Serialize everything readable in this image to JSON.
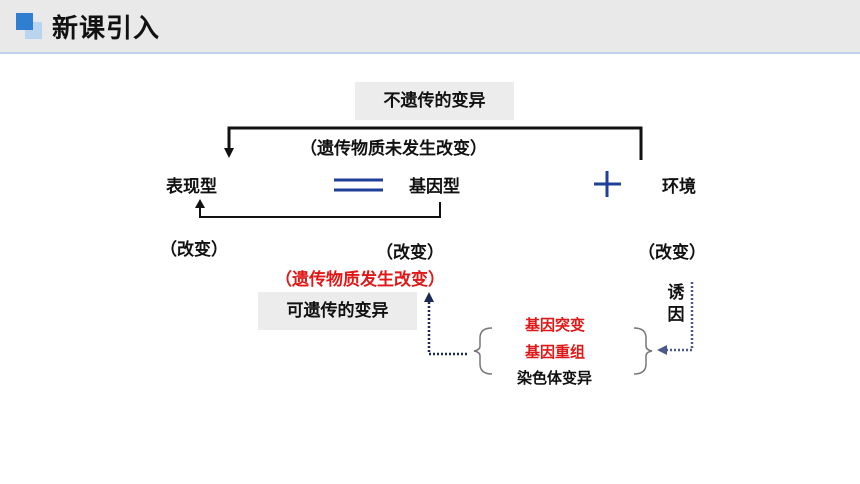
{
  "header": {
    "title": "新课引入"
  },
  "diagram": {
    "non_heritable_box": "不遗传的变异",
    "non_heritable_note": "（遗传物质未发生改变）",
    "phenotype": "表现型",
    "genotype": "基因型",
    "environment": "环境",
    "plus_sign": "+",
    "phenotype_change": "（改变）",
    "genotype_change": "（改变）",
    "environment_change": "（改变）",
    "heritable_note": "（遗传物质发生改变）",
    "heritable_box": "可遗传的变异",
    "inducer": "诱因",
    "causes": [
      "基因突变",
      "基因重组",
      "染色体变异"
    ]
  },
  "colors": {
    "accent_red": "#e01818",
    "accent_blue": "#1f3f9a",
    "header_blue": "#2f7fd0"
  }
}
